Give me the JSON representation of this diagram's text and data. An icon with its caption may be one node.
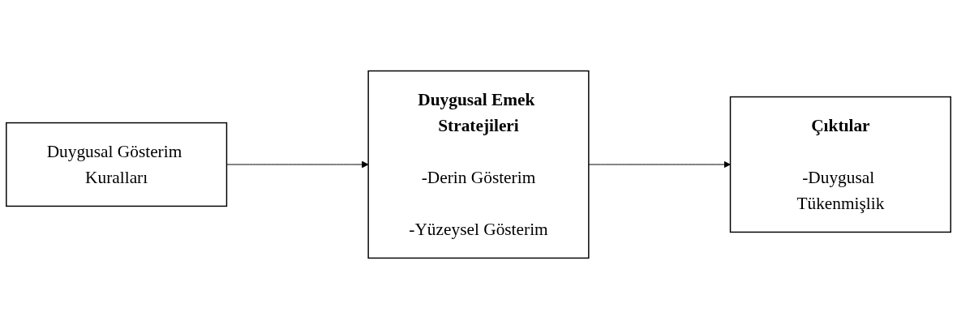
{
  "diagram": {
    "nodes": [
      {
        "text": [
          "Duygusal Gösterim Kuralları"
        ]
      },
      {
        "text": [
          "Duygusal Emek Stratejileri",
          "-Derin Gösterim",
          "-Yüzeysel Gösterim"
        ]
      },
      {
        "text": [
          "Çıktılar",
          "-Duygusal Tükenmişlik"
        ]
      }
    ],
    "edges": [
      {
        "from": 0,
        "to": 1,
        "arrow": "to"
      },
      {
        "from": 1,
        "to": 2,
        "arrow": "to"
      }
    ]
  }
}
